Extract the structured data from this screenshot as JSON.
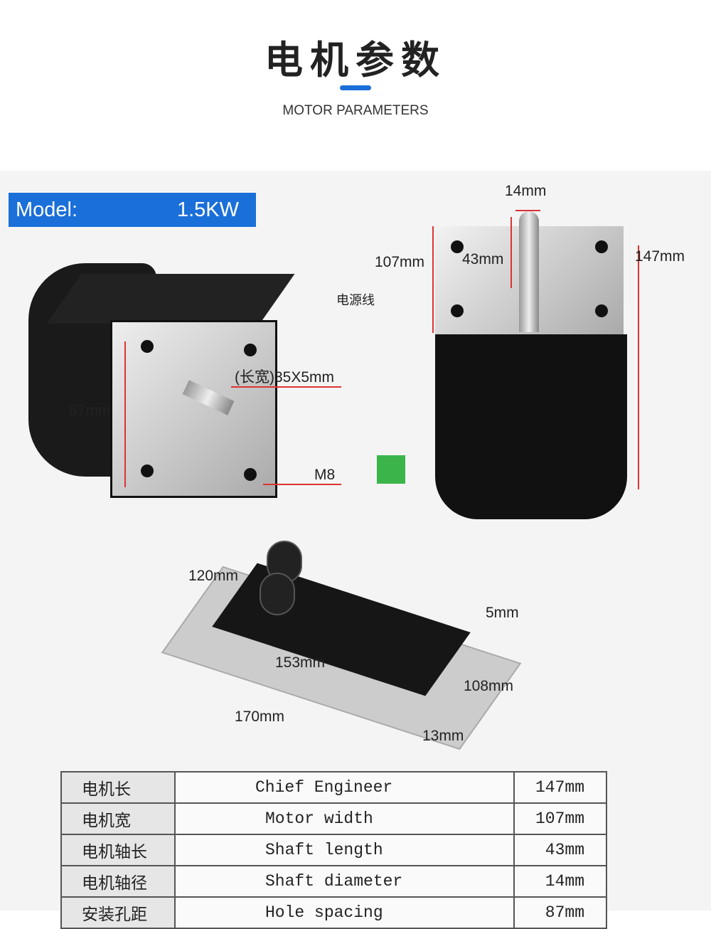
{
  "header": {
    "title": "电机参数",
    "subtitle": "MOTOR PARAMETERS",
    "accent": "#1a6fd8"
  },
  "model": {
    "label": "Model:",
    "value": "1.5KW"
  },
  "motor_front": {
    "height": "87mm",
    "shaft_key": "(长宽)35X5mm",
    "thread": "M8"
  },
  "motor_side": {
    "shaft_diameter": "14mm",
    "width": "107mm",
    "shaft_length": "43mm",
    "length": "147mm",
    "power_cable": "电源线"
  },
  "driver": {
    "width": "120mm",
    "height_edge": "5mm",
    "inner": "153mm",
    "depth": "108mm",
    "length": "170mm",
    "thickness": "13mm"
  },
  "table": {
    "rows": [
      {
        "cn": "电机长",
        "en": "Chief Engineer",
        "value": "147mm"
      },
      {
        "cn": "电机宽",
        "en": "Motor width",
        "value": "107mm"
      },
      {
        "cn": "电机轴长",
        "en": "Shaft length",
        "value": "43mm"
      },
      {
        "cn": "电机轴径",
        "en": "Shaft diameter",
        "value": "14mm"
      },
      {
        "cn": "安装孔距",
        "en": "Hole spacing",
        "value": "87mm"
      }
    ]
  }
}
